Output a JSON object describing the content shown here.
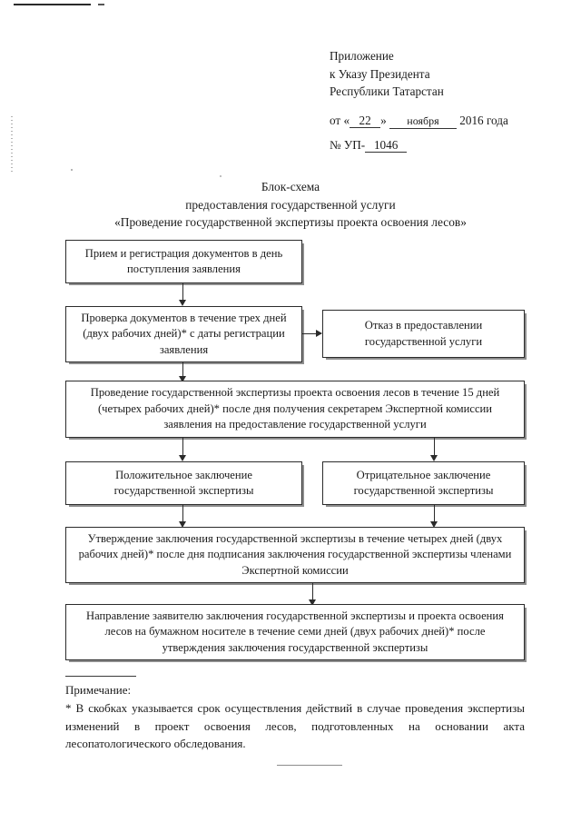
{
  "document": {
    "header": {
      "line1": "Приложение",
      "line2": "к Указу Президента",
      "line3": "Республики Татарстан",
      "date_prefix": "от «",
      "date_day": "22",
      "date_quote": "»",
      "date_month": "ноября",
      "date_year": "2016 года",
      "number_prefix": "№ УП-",
      "number_value": "1046"
    },
    "title": {
      "line1": "Блок-схема",
      "line2": "предоставления государственной услуги",
      "line3": "«Проведение государственной экспертизы проекта освоения лесов»"
    },
    "flowchart": {
      "nodes": [
        {
          "id": "intake",
          "text": "Прием и регистрация документов в день поступления заявления"
        },
        {
          "id": "verification",
          "text": "Проверка документов в течение трех дней (двух рабочих дней)* с даты регистрации заявления"
        },
        {
          "id": "refusal",
          "text": "Отказ в предоставлении государственной услуги"
        },
        {
          "id": "expertise",
          "text": "Проведение государственной экспертизы проекта освоения лесов в течение 15 дней (четырех рабочих дней)* после дня получения секретарем Экспертной комиссии заявления на предоставление государственной услуги"
        },
        {
          "id": "positive",
          "text": "Положительное заключение государственной экспертизы"
        },
        {
          "id": "negative",
          "text": "Отрицательное заключение государственной экспертизы"
        },
        {
          "id": "approval",
          "text": "Утверждение заключения государственной экспертизы в течение четырех дней (двух рабочих дней)* после дня подписания заключения государственной экспертизы членами Экспертной комиссии"
        },
        {
          "id": "delivery",
          "text": "Направление заявителю заключения государственной экспертизы и проекта освоения лесов на бумажном носителе в течение семи дней (двух рабочих дней)* после утверждения заключения государственной экспертизы"
        }
      ]
    },
    "note": {
      "label": "Примечание:",
      "text": "* В скобках указывается срок осуществления действий в случае проведения экспертизы изменений в проект освоения лесов, подготовленных на основании акта лесопатологического обследования."
    }
  }
}
